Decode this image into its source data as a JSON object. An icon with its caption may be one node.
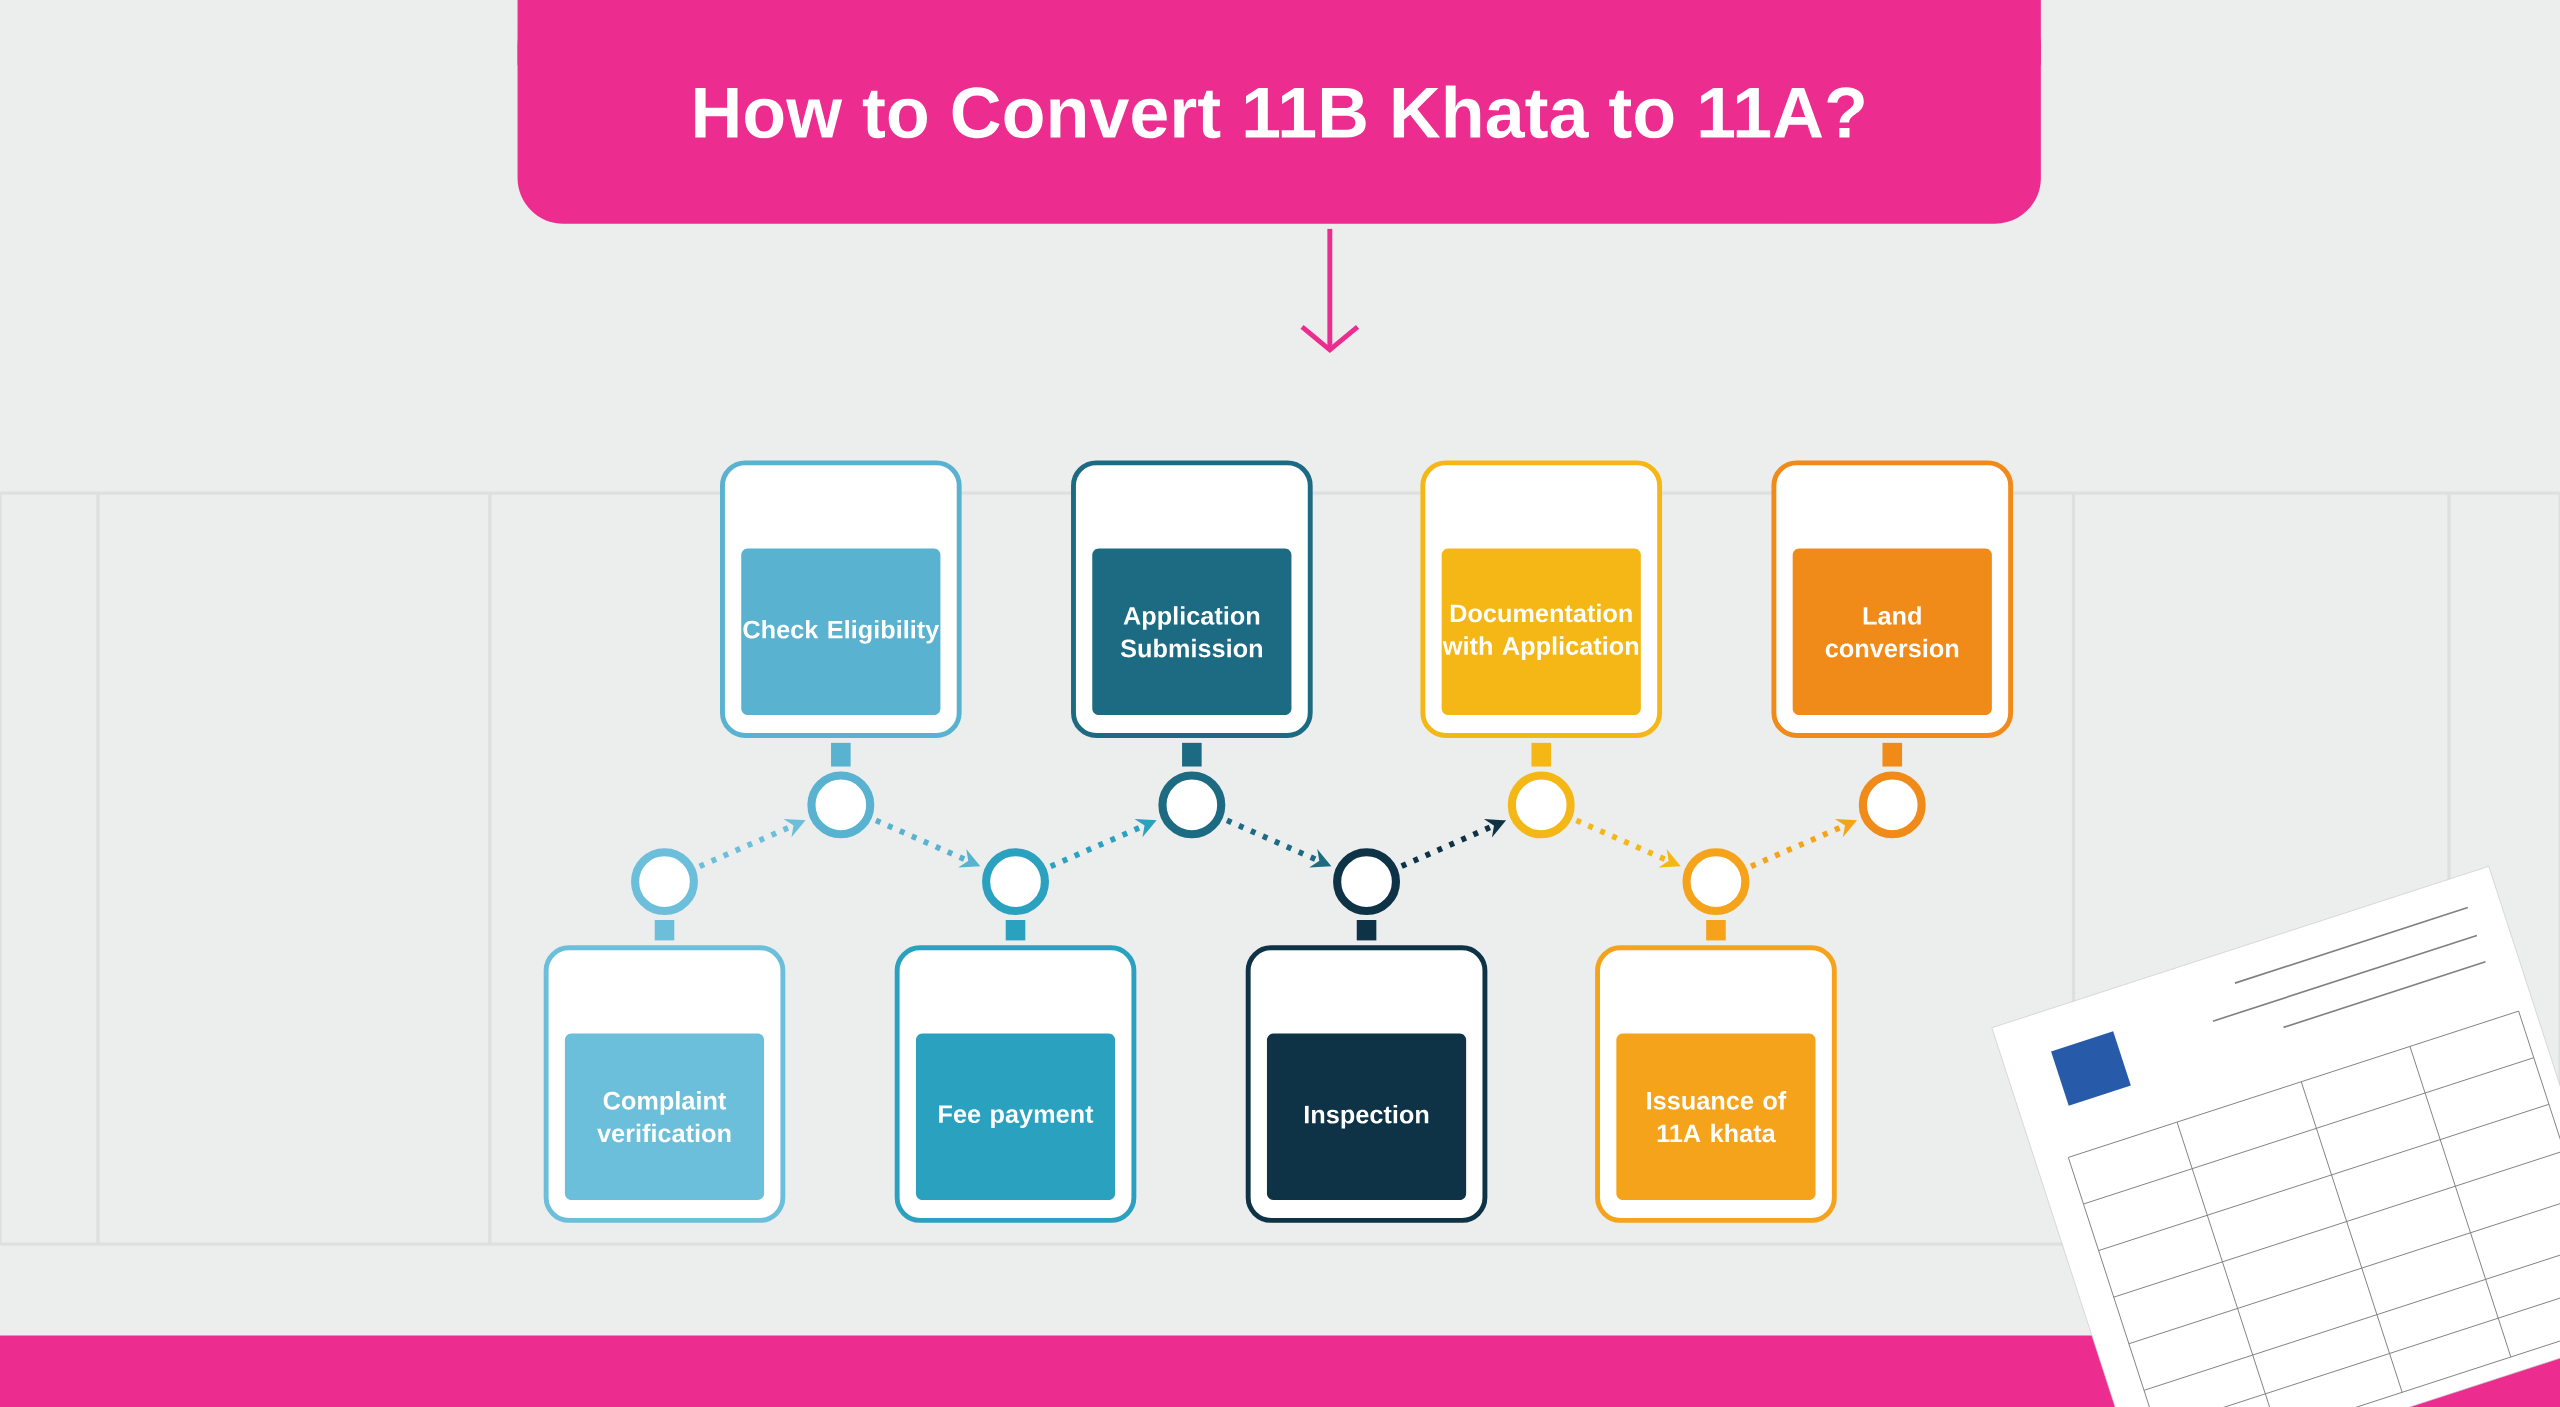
{
  "diagram": {
    "nodes": [
      {
        "text": [
          "How to Convert 11B Khata to 11A?"
        ]
      },
      {
        "text": [
          "Complaint verification"
        ]
      },
      {
        "text": [
          "Check Eligibility"
        ]
      },
      {
        "text": [
          "Fee payment"
        ]
      },
      {
        "text": [
          "Application Submission"
        ]
      },
      {
        "text": [
          "Inspection"
        ]
      },
      {
        "text": [
          "Documentation with Application"
        ]
      },
      {
        "text": [
          "Issuance of 11A khata"
        ]
      },
      {
        "text": [
          "Land conversion"
        ]
      },
      {
        "text": [],
        "shape": "circle"
      },
      {
        "text": [],
        "shape": "circle"
      },
      {
        "text": [],
        "shape": "circle"
      },
      {
        "text": [],
        "shape": "circle"
      },
      {
        "text": [],
        "shape": "circle"
      },
      {
        "text": [],
        "shape": "circle"
      },
      {
        "text": [],
        "shape": "circle"
      },
      {
        "text": [],
        "shape": "circle"
      }
    ],
    "edges": [
      {
        "from": 0,
        "to": null,
        "arrow": "to",
        "color": "#ec2c8e"
      },
      {
        "from": 1,
        "to": 9,
        "arrow": "none",
        "style": "thick",
        "color": "#6cbfdb"
      },
      {
        "from": 2,
        "to": 10,
        "arrow": "none",
        "style": "thick",
        "color": "#58b2d0"
      },
      {
        "from": 3,
        "to": 11,
        "arrow": "none",
        "style": "thick",
        "color": "#2ba1c0"
      },
      {
        "from": 4,
        "to": 12,
        "arrow": "none",
        "style": "thick",
        "color": "#1c6b82"
      },
      {
        "from": 5,
        "to": 13,
        "arrow": "none",
        "style": "thick",
        "color": "#0e3246"
      },
      {
        "from": 6,
        "to": 14,
        "arrow": "none",
        "style": "thick",
        "color": "#f4b716"
      },
      {
        "from": 7,
        "to": 15,
        "arrow": "none",
        "style": "thick",
        "color": "#f5a31b"
      },
      {
        "from": 8,
        "to": 16,
        "arrow": "none",
        "style": "thick",
        "color": "#f08a18"
      },
      {
        "from": 9,
        "to": 10,
        "arrow": "to",
        "style": "dashed",
        "color": "#6cbfdb"
      },
      {
        "from": 10,
        "to": 11,
        "arrow": "to",
        "style": "dashed",
        "color": "#58b2d0"
      },
      {
        "from": 11,
        "to": 12,
        "arrow": "to",
        "style": "dashed",
        "color": "#2ba1c0"
      },
      {
        "from": 12,
        "to": 13,
        "arrow": "to",
        "style": "dashed",
        "color": "#1c6b82"
      },
      {
        "from": 13,
        "to": 14,
        "arrow": "to",
        "style": "dashed",
        "color": "#0e3246"
      },
      {
        "from": 14,
        "to": 15,
        "arrow": "to",
        "style": "dashed",
        "color": "#f4b716"
      },
      {
        "from": 15,
        "to": 16,
        "arrow": "to",
        "style": "dashed",
        "color": "#f5a31b"
      }
    ]
  }
}
